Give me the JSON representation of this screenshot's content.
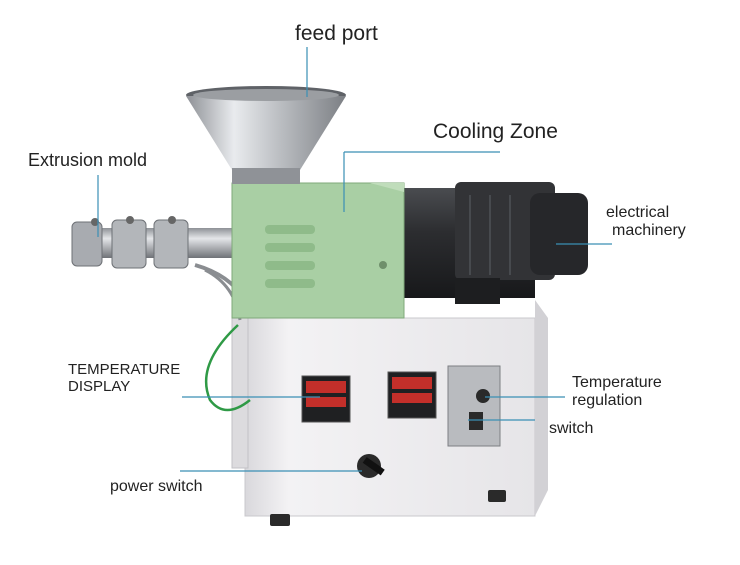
{
  "labels": {
    "feed_port": "feed port",
    "cooling_zone": "Cooling Zone",
    "extrusion_mold": "Extrusion mold",
    "electrical_machinery": [
      "electrical",
      "machinery"
    ],
    "temperature_display": [
      "TEMPERATURE",
      "DISPLAY"
    ],
    "temperature_regulation": [
      "Temperature",
      "regulation"
    ],
    "switch": "switch",
    "power_switch": "power switch"
  },
  "colors": {
    "leader_line": "#3a8fb5",
    "cooling_box": "#a9cfa4",
    "base_cabinet": "#efeef0",
    "motor": "#2b2c2e",
    "hopper": "#c7c9cc",
    "label_text": "#222222"
  }
}
